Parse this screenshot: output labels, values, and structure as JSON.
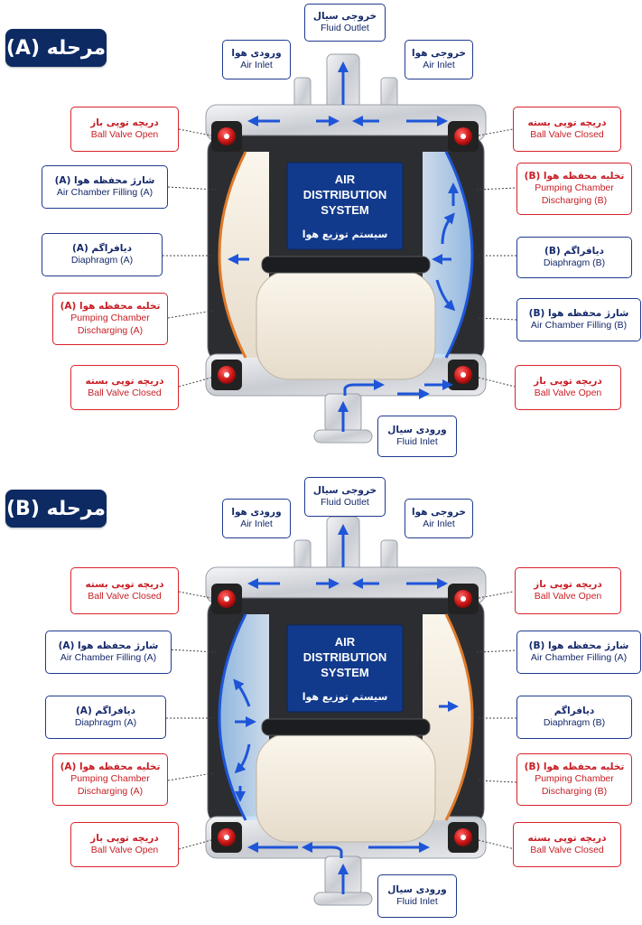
{
  "stage_a": {
    "title": "مرحله (A)",
    "labels": {
      "fluid_outlet": {
        "fa": "خروجی سیال",
        "en": "Fluid Outlet"
      },
      "air_inlet": {
        "fa": "ورودی هوا",
        "en": "Air Inlet"
      },
      "air_outlet": {
        "fa": "خروجی هوا",
        "en": "Air Inlet"
      },
      "left_top_valve": {
        "fa": "دریچه توپی باز",
        "en": "Ball Valve Open"
      },
      "right_top_valve": {
        "fa": "دریچه توپی بسته",
        "en": "Ball Valve Closed"
      },
      "left_chamber": {
        "fa": "شارژ محفظه هوا (A)",
        "en": "Air Chamber Filling (A)"
      },
      "right_chamber": {
        "fa": "تخلیه محفظه هوا (B)",
        "en1": "Pumping Chamber",
        "en2": "Discharging (B)"
      },
      "left_diaphragm": {
        "fa": "دیافراگم (A)",
        "en": "Diaphragm (A)"
      },
      "right_diaphragm": {
        "fa": "دیافراگم (B)",
        "en": "Diaphragm (B)"
      },
      "left_pump": {
        "fa": "تخلیه محفظه هوا (A)",
        "en1": "Pumping Chamber",
        "en2": "Discharging (A)"
      },
      "right_pump": {
        "fa": "شارژ محفظه هوا (B)",
        "en": "Air Chamber Filling (B)"
      },
      "left_bottom_valve": {
        "fa": "دریچه توپی بسته",
        "en": "Ball Valve Closed"
      },
      "right_bottom_valve": {
        "fa": "دریچه توپی باز",
        "en": "Ball Valve Open"
      },
      "fluid_inlet": {
        "fa": "ورودی سیال",
        "en": "Fluid Inlet"
      }
    }
  },
  "stage_b": {
    "title": "مرحله (B)",
    "labels": {
      "fluid_outlet": {
        "fa": "خروجی سیال",
        "en": "Fluid Outlet"
      },
      "air_inlet": {
        "fa": "ورودی هوا",
        "en": "Air Inlet"
      },
      "air_outlet": {
        "fa": "خروجی هوا",
        "en": "Air Inlet"
      },
      "left_top_valve": {
        "fa": "دریچه توپی بسته",
        "en": "Ball Valve Closed"
      },
      "right_top_valve": {
        "fa": "دریچه توپی باز",
        "en": "Ball Valve Open"
      },
      "left_chamber": {
        "fa": "شارژ محفظه هوا (A)",
        "en": "Air Chamber Filling (A)"
      },
      "right_chamber": {
        "fa": "شارژ محفظه هوا (B)",
        "en": "Air Chamber Filling (A)"
      },
      "left_diaphragm": {
        "fa": "دیافراگم (A)",
        "en": "Diaphragm (A)"
      },
      "right_diaphragm": {
        "fa": "دیافراگم",
        "en": "Diaphragm (B)"
      },
      "left_pump": {
        "fa": "تخلیه محفظه هوا (A)",
        "en1": "Pumping Chamber",
        "en2": "Discharging (A)"
      },
      "right_pump": {
        "fa": "تخلیه محفظه هوا (B)",
        "en1": "Pumping Chamber",
        "en2": "Discharging (B)"
      },
      "left_bottom_valve": {
        "fa": "دریچه توپی باز",
        "en": "Ball Valve Open"
      },
      "right_bottom_valve": {
        "fa": "دریچه توپی بسته",
        "en": "Ball Valve Closed"
      },
      "fluid_inlet": {
        "fa": "ورودی سیال",
        "en": "Fluid Inlet"
      }
    }
  },
  "air_system": {
    "en1": "AIR",
    "en2": "DISTRIBUTION",
    "en3": "SYSTEM",
    "fa": "سیستم توزیع هوا"
  },
  "colors": {
    "navy": "#0d2a63",
    "blue_border": "#1f3a8f",
    "red_border": "#d8232a",
    "arrow": "#1e55d8",
    "orange": "#e07a2a"
  }
}
